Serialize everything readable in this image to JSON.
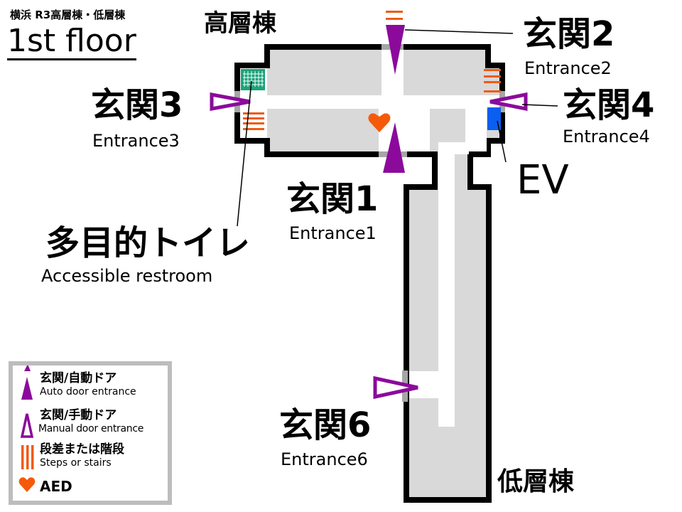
{
  "header": {
    "subtitle": "横浜 R3高層棟・低層棟",
    "title": "1st floor"
  },
  "buildings": {
    "high": "高層棟",
    "low": "低層棟"
  },
  "labels": {
    "entrance1": {
      "jp": "玄関1",
      "en": "Entrance1"
    },
    "entrance2": {
      "jp": "玄関2",
      "en": "Entrance2"
    },
    "entrance3": {
      "jp": "玄関3",
      "en": "Entrance3"
    },
    "entrance4": {
      "jp": "玄関4",
      "en": "Entrance4"
    },
    "entrance6": {
      "jp": "玄関6",
      "en": "Entrance6"
    },
    "ev": "EV",
    "restroom": {
      "jp": "多目的トイレ",
      "en": "Accessible restroom"
    }
  },
  "legend": [
    {
      "jp": "玄関/自動ドア",
      "en": "Auto door entrance",
      "icon": "auto-door-triangle"
    },
    {
      "jp": "玄関/手動ドア",
      "en": "Manual door entrance",
      "icon": "manual-door-triangle"
    },
    {
      "jp": "段差または階段",
      "en": "Steps or stairs",
      "icon": "stairs-lines"
    },
    {
      "jp": "AED",
      "en": "",
      "icon": "heart"
    }
  ],
  "colors": {
    "door": "#8b0a9b",
    "stairs": "#f05a14",
    "aed": "#f55a0a",
    "elevator": "#0a5ff0",
    "restroom": "#1aa37a",
    "floor": "#d9d9d9"
  }
}
